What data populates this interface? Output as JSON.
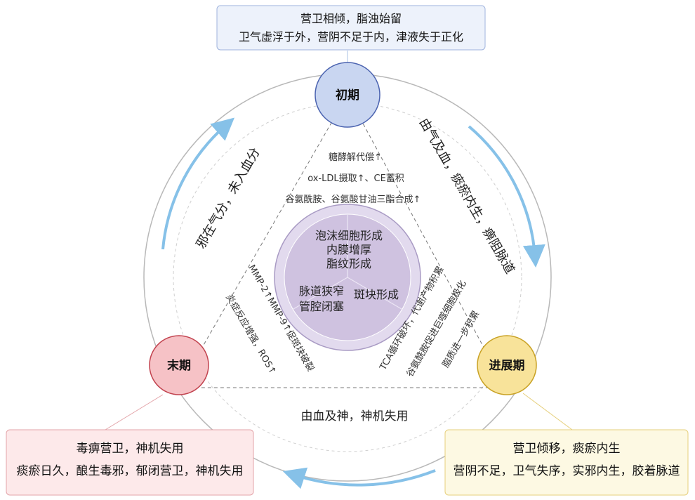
{
  "top_box": {
    "line1": "营卫相倾，脂浊始留",
    "line2": "卫气虚浮于外，营阴不足于内，津液失于正化"
  },
  "left_box": {
    "line1": "毒痹营卫，神机失用",
    "line2": "痰瘀日久，酿生毒邪，郁闭营卫，神机失用"
  },
  "right_box": {
    "line1": "营卫倾移，痰瘀内生",
    "line2": "营阴不足，卫气失序，实邪内生，胶着脉道"
  },
  "stages": {
    "early": "初期",
    "late": "末期",
    "progress": "进展期"
  },
  "outer_labels": {
    "left": "邪在气分，未入血分",
    "right": "由气及血，痰瘀内生，痹阻脉道",
    "bottom": "由血及神，神机失用"
  },
  "top_mechanisms": [
    "糖酵解代偿↑",
    "ox-LDL摄取↑、CE蓄积",
    "谷氨酰胺、谷氨酸甘油三酯合成↑"
  ],
  "left_mechanisms": [
    "MMP-2↑MMP-9↑促斑块破裂",
    "炎症反应增强，ROS↑"
  ],
  "right_mechanisms": [
    "TCA循环破坏，代谢产物积累",
    "谷氨酰胺促进巨噬细胞极化",
    "脂质进一步积累"
  ],
  "center": {
    "top1": "泡沫细胞形成",
    "top2": "内膜增厚",
    "top3": "脂纹形成",
    "left1": "脉道狭窄",
    "left2": "管腔闭塞",
    "right": "斑块形成"
  },
  "colors": {
    "early_fill": "#c9d6f1",
    "early_stroke": "#4b63b0",
    "late_fill": "#f6c2c6",
    "late_stroke": "#c2434f",
    "progress_fill": "#f8e39a",
    "progress_stroke": "#c9a225",
    "arrow": "#86c1e8",
    "center_fill": "#cfc2e0",
    "center_ring": "#e2daee",
    "top_box_fill": "#edf2fb",
    "left_box_fill": "#fde9ea",
    "right_box_fill": "#fdf9e3"
  }
}
